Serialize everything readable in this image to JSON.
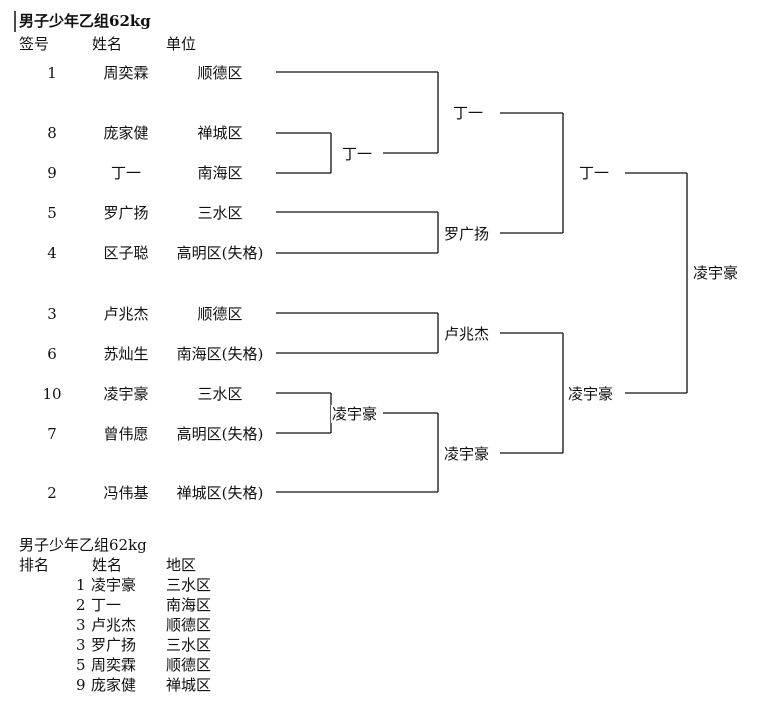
{
  "title": "男子少年乙组62kg",
  "headers": {
    "seed": "签号",
    "name": "姓名",
    "unit": "单位"
  },
  "entries": [
    {
      "seed": "1",
      "name": "周奕霖",
      "unit": "顺德区"
    },
    {
      "seed": "8",
      "name": "庞家健",
      "unit": "禅城区"
    },
    {
      "seed": "9",
      "name": "丁一",
      "unit": "南海区"
    },
    {
      "seed": "5",
      "name": "罗广扬",
      "unit": "三水区"
    },
    {
      "seed": "4",
      "name": "区子聪",
      "unit": "高明区(失格)"
    },
    {
      "seed": "3",
      "name": "卢兆杰",
      "unit": "顺德区"
    },
    {
      "seed": "6",
      "name": "苏灿生",
      "unit": "南海区(失格)"
    },
    {
      "seed": "10",
      "name": "凌宇豪",
      "unit": "三水区"
    },
    {
      "seed": "7",
      "name": "曾伟愿",
      "unit": "高明区(失格)"
    },
    {
      "seed": "2",
      "name": "冯伟基",
      "unit": "禅城区(失格)"
    }
  ],
  "winners": {
    "r1_a": "丁一",
    "r1_b": "凌宇豪",
    "r2_a": "丁一",
    "r2_b": "罗广扬",
    "r2_c": "卢兆杰",
    "r2_d": "凌宇豪",
    "semi_a": "丁一",
    "semi_b": "凌宇豪",
    "final": "凌宇豪"
  },
  "ranking": {
    "title": "男子少年乙组62kg",
    "headers": {
      "rank": "排名",
      "name": "姓名",
      "region": "地区"
    },
    "rows": [
      {
        "rank": "1",
        "name": "凌宇豪",
        "region": "三水区"
      },
      {
        "rank": "2",
        "name": "丁一",
        "region": "南海区"
      },
      {
        "rank": "3",
        "name": "卢兆杰",
        "region": "顺德区"
      },
      {
        "rank": "3",
        "name": "罗广扬",
        "region": "三水区"
      },
      {
        "rank": "5",
        "name": "周奕霖",
        "region": "顺德区"
      },
      {
        "rank": "9",
        "name": "庞家健",
        "region": "禅城区"
      }
    ]
  }
}
